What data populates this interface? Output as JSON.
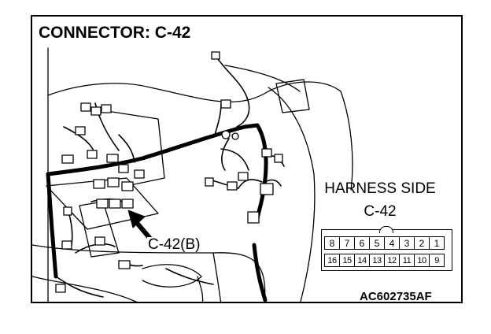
{
  "title": "CONNECTOR: C-42",
  "harness_label": "HARNESS SIDE",
  "connector_id": "C-42",
  "callout_label": "C-42(B)",
  "reference_code": "AC602735AF",
  "pins": {
    "top_row": [
      "8",
      "7",
      "6",
      "5",
      "4",
      "3",
      "2",
      "1"
    ],
    "bottom_row": [
      "16",
      "15",
      "14",
      "13",
      "12",
      "11",
      "10",
      "9"
    ]
  }
}
